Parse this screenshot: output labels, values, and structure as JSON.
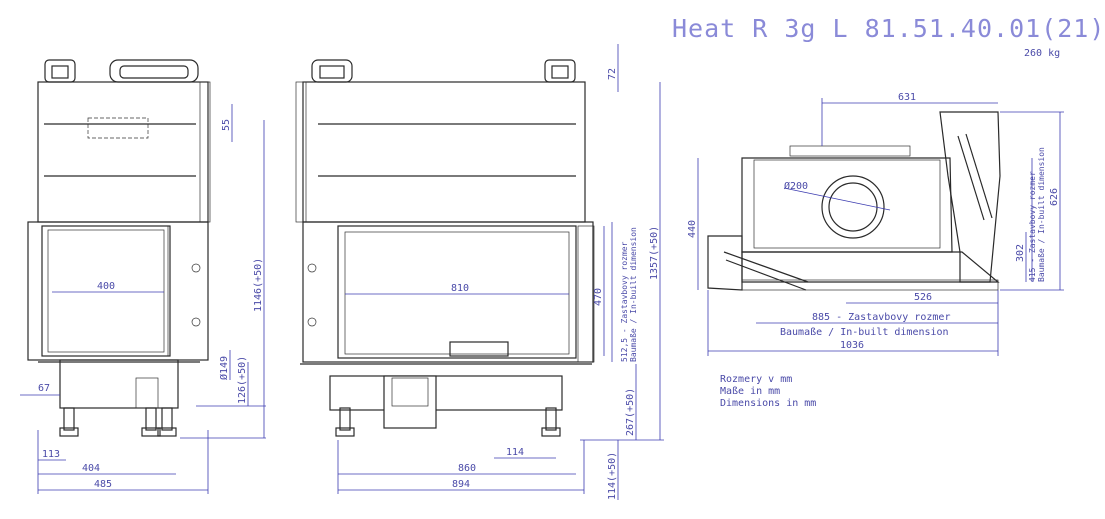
{
  "title": "Heat R 3g L 81.51.40.01(21)",
  "weight": "260 kg",
  "units": [
    "Rozmery v mm",
    "Maße in mm",
    "Dimensions in mm"
  ],
  "dims": {
    "front_left": {
      "w400": "400",
      "w67": "67",
      "w113": "113",
      "w404": "404",
      "w485": "485",
      "h55": "55",
      "h1146": "1146(+50)",
      "h149": "Ø149",
      "h126": "126(+50)"
    },
    "front_main": {
      "w810": "810",
      "w114": "114",
      "w860": "860",
      "w894": "894",
      "h72": "72",
      "h470": "470",
      "h512": "512,5 - Zastavbovy rozmer",
      "h512b": "Baumaße / In-built dimension",
      "h1357": "1357(+50)",
      "h267": "267(+50)",
      "h114": "114(+50)"
    },
    "top_view": {
      "w631": "631",
      "d200": "Ø200",
      "w526": "526",
      "w885": "885 - Zastavbovy rozmer",
      "w885b": "Baumaße / In-built dimension",
      "w1036": "1036",
      "h440": "440",
      "h302": "302",
      "h415": "415 - Zastavbovy rozmer",
      "h415b": "Baumaße / In-built dimension",
      "h626": "626"
    }
  }
}
